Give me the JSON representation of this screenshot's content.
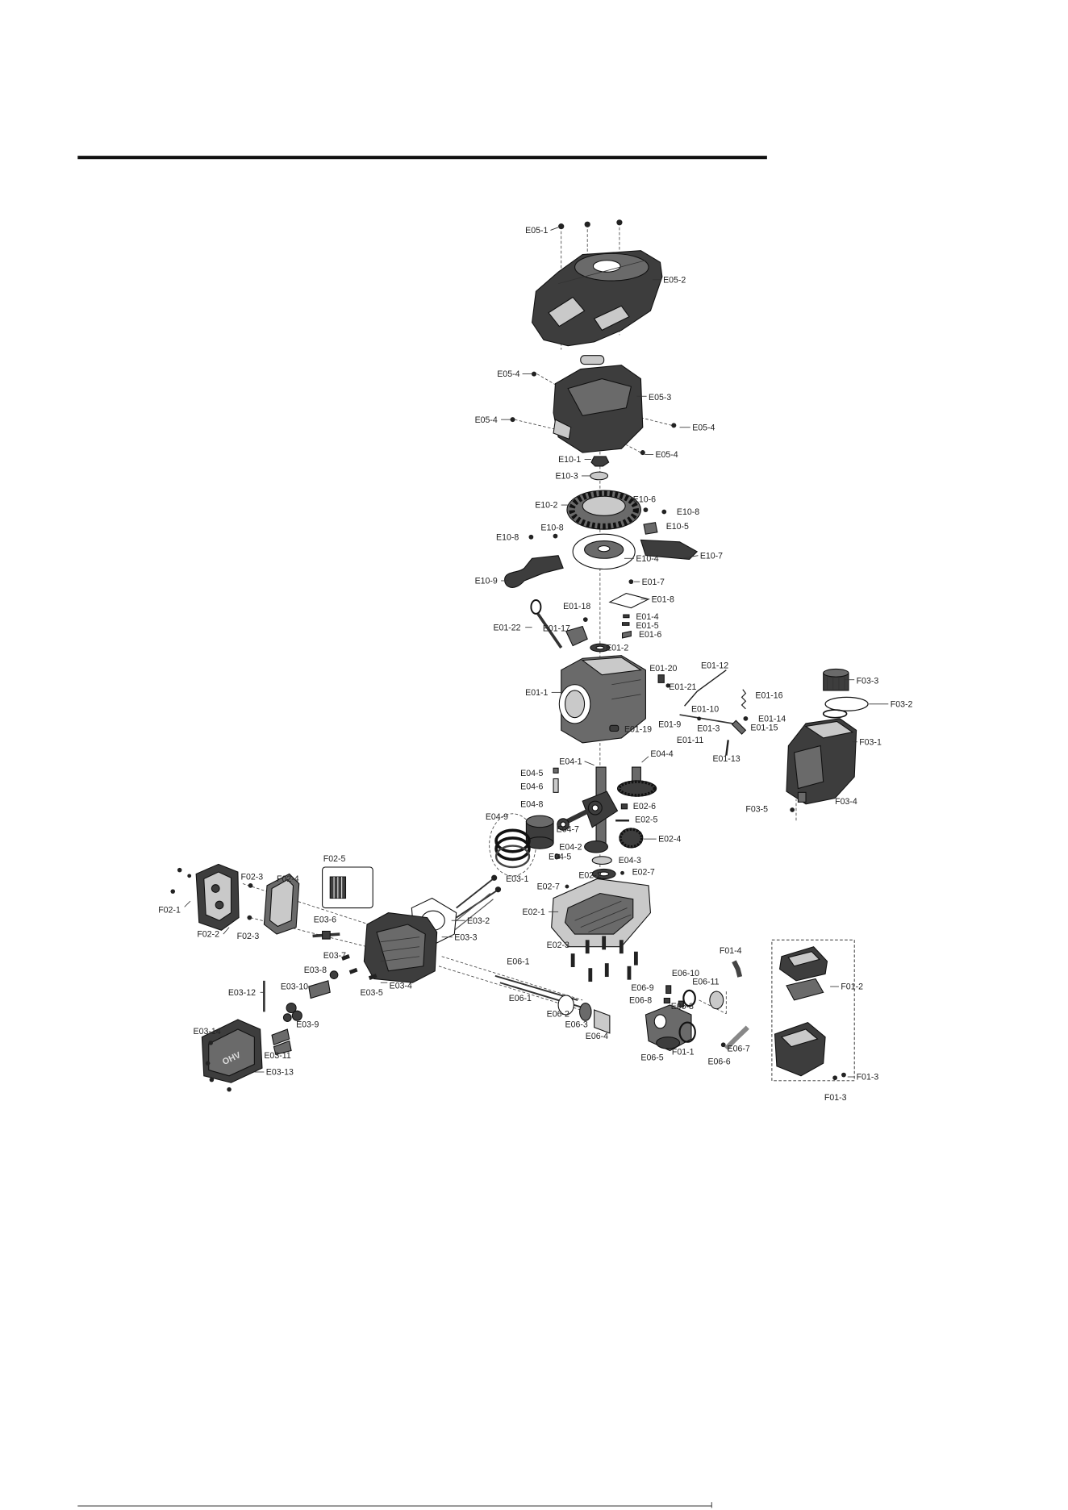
{
  "labels": [
    "E05-1",
    "E05-2",
    "E05-4",
    "E05-3",
    "E05-4",
    "E05-4",
    "E05-4",
    "E10-1",
    "E10-3",
    "E10-2",
    "E10-6",
    "E10-8",
    "E10-5",
    "E10-8",
    "E10-8",
    "E10-4",
    "E10-7",
    "E10-9",
    "E01-7",
    "E01-8",
    "E01-18",
    "E01-22",
    "E01-17",
    "E01-4",
    "E01-5",
    "E01-6",
    "E01-2",
    "E01-20",
    "E01-12",
    "E01-21",
    "E01-1",
    "E01-16",
    "E01-10",
    "E01-14",
    "E01-3",
    "E01-15",
    "E01-9",
    "E01-19",
    "E01-11",
    "E01-13",
    "F03-3",
    "F03-2",
    "F03-1",
    "F03-4",
    "F03-5",
    "E04-1",
    "E04-4",
    "E04-5",
    "E04-6",
    "E04-8",
    "E02-6",
    "E04-9",
    "E02-5",
    "E04-7",
    "E02-4",
    "E04-2",
    "E04-5",
    "E04-3",
    "E02-2",
    "E02-7",
    "E03-1",
    "E02-7",
    "E02-1",
    "E03-2",
    "E03-3",
    "F02-3",
    "F02-4",
    "F02-5",
    "F02-1",
    "F02-2",
    "F02-3",
    "E03-6",
    "E02-3",
    "E03-7",
    "F01-4",
    "E06-1",
    "E03-8",
    "E06-10",
    "E06-11",
    "F01-2",
    "E03-10",
    "E03-12",
    "E06-1",
    "E03-5",
    "E03-4",
    "E06-9",
    "E06-8",
    "E06-8",
    "E06-2",
    "E03-9",
    "E06-3",
    "E06-4",
    "E03-14",
    "E06-5",
    "F01-1",
    "E06-7",
    "E03-11",
    "E06-6",
    "E03-13",
    "F01-3",
    "F01-3"
  ],
  "valve_cover_emblem": "OHV",
  "colors": {
    "ink": "#222222",
    "part_dark": "#3d3d3d",
    "part_mid": "#6a6a6a",
    "part_light": "#c9c9c9"
  }
}
